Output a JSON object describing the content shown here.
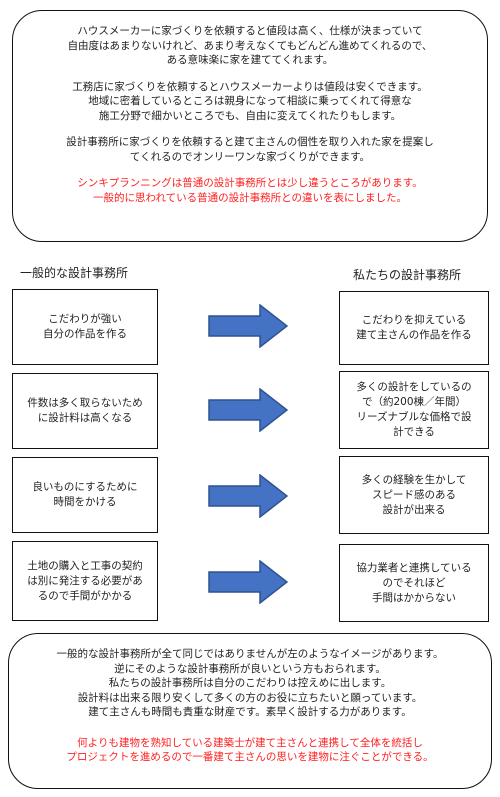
{
  "top_section": {
    "para1": [
      "ハウスメーカーに家づくりを依頼すると値段は高く、仕様が決まっていて",
      "自由度はあまりないけれど、あまり考えなくてもどんどん進めてくれるので、",
      "ある意味楽に家を建ててくれます。"
    ],
    "para2": [
      "工務店に家づくりを依頼するとハウスメーカーよりは値段は安くできます。",
      "地域に密着しているところは親身になって相談に乗ってくれて得意な",
      "施工分野で細かいところでも、自由に変えてくれたりもします。"
    ],
    "para3": [
      "設計事務所に家づくりを依頼すると建て主さんの個性を取り入れた家を提案し",
      "てくれるのでオンリーワンな家づくりができます。"
    ],
    "para4_red": [
      "シンキプランニングは普通の設計事務所とは少し違うところがあります。",
      "一般的に思われている普通の設計事務所との違いを表にしました。"
    ]
  },
  "comparison": {
    "left_title": "一般的な設計事務所",
    "right_title": "私たちの設計事務所",
    "arrow_color": "#4472C4",
    "arrow_border_color": "#2F528F",
    "rows": [
      {
        "left": [
          "こだわりが強い",
          "自分の作品を作る"
        ],
        "right": [
          "こだわりを抑えている",
          "建て主さんの作品を作る"
        ]
      },
      {
        "left": [
          "件数は多く取らないため",
          "に設計料は高くなる"
        ],
        "right": [
          "多くの設計をしているの",
          "で（約200棟／年間）",
          "リーズナブルな価格で設",
          "計できる"
        ]
      },
      {
        "left": [
          "良いものにするために",
          "時間をかける"
        ],
        "right": [
          "多くの経験を生かして",
          "スピード感のある",
          "設計が出来る"
        ]
      },
      {
        "left": [
          "土地の購入と工事の契約",
          "は別に発注する必要があ",
          "るので手間がかかる"
        ],
        "right": [
          "協力業者と連携している",
          "のでそれほど",
          "手間はかからない"
        ]
      }
    ]
  },
  "bottom_section": {
    "para1": [
      "一般的な設計事務所が全て同じではありませんが左のようなイメージがあります。",
      "逆にそのような設計事務所が良いという方もおられます。",
      "私たちの設計事務所は自分のこだわりは控えめに出します。",
      "設計料は出来る限り安くして多くの方のお役に立ちたいと願っています。",
      "建て主さんも時間も貴重な財産です。素早く設計する力があります。"
    ],
    "para2_red": [
      "何よりも建物を熟知している建築士が建て主さんと連携して全体を統括し",
      "プロジェクトを進めるので一番建て主さんの思いを建物に注ぐことができる。"
    ]
  },
  "colors": {
    "accent_red": "#FF2020",
    "text": "#222222",
    "border": "#111111"
  }
}
